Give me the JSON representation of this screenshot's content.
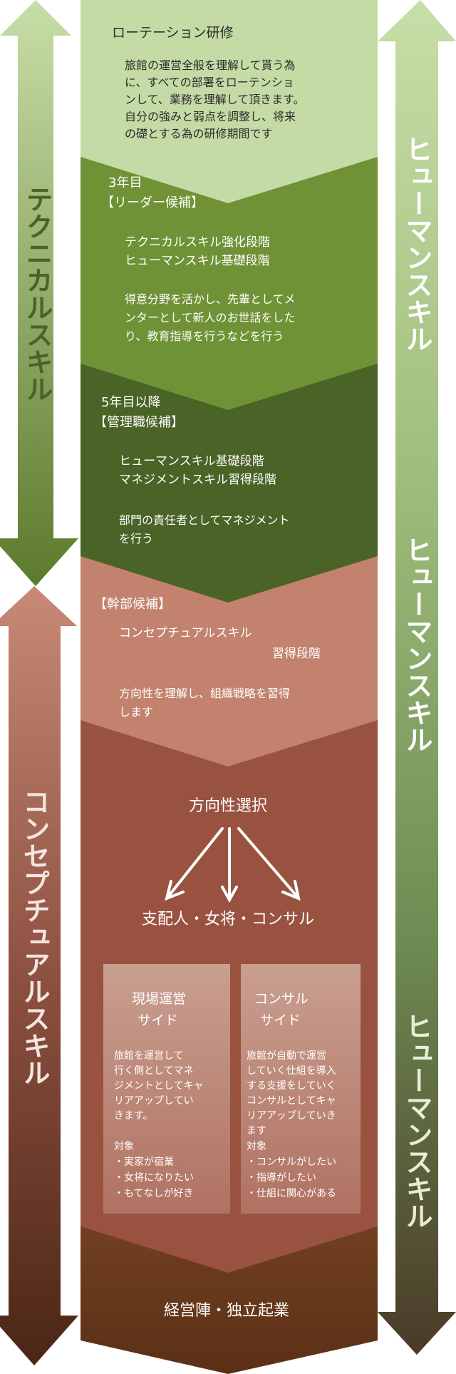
{
  "side_arrows": {
    "technical": "テクニカルスキル",
    "conceptual": "コンセプチュアルスキル",
    "human_1": "ヒューマンスキル",
    "human_2": "ヒューマンスキル",
    "human_3": "ヒューマンスキル"
  },
  "stages": {
    "rotation": {
      "title": "ローテーション研修",
      "desc": [
        "旅館の運営全般を理解して貰う為",
        "に、すべての部署をローテンショ",
        "ンして、業務を理解して頂きます。",
        "自分の強みと弱点を調整し、将来",
        "の礎とする為の研修期間です"
      ]
    },
    "year3": {
      "heading": [
        "3年目",
        "【リーダー候補】"
      ],
      "phases": [
        "テクニカルスキル強化段階",
        "ヒューマンスキル基礎段階"
      ],
      "desc": [
        "得意分野を活かし、先輩としてメ",
        "ンターとして新人のお世話をした",
        "り、教育指導を行うなどを行う"
      ]
    },
    "year5": {
      "heading": [
        "5年目以降",
        "【管理職候補】"
      ],
      "phases": [
        "ヒューマンスキル基礎段階",
        "マネジメントスキル習得段階"
      ],
      "desc": [
        "部門の責任者としてマネジメント",
        "を行う"
      ]
    },
    "executive": {
      "heading": "【幹部候補】",
      "phases": [
        "コンセプチュアルスキル",
        "習得段階"
      ],
      "desc": [
        "方向性を理解し、組織戦略を習得",
        "します"
      ]
    },
    "direction": {
      "title": "方向性選択",
      "options": "支配人・女将・コンサル"
    },
    "site_side": {
      "title": [
        "現場運営",
        "サイド"
      ],
      "desc": [
        "旅館を運営して",
        "行く側としてマネ",
        "ジメントとしてキャ",
        "リアアップしてい",
        "きます。"
      ],
      "target_label": "対象",
      "targets": [
        "・実家が宿業",
        "・女将になりたい",
        "・もてなしが好き"
      ]
    },
    "consult_side": {
      "title": [
        "コンサル",
        "サイド"
      ],
      "desc": [
        "旅館が自動で運営",
        "していく仕組を導入",
        "する支援をしていく",
        "コンサルとしてキャ",
        "リアアップしていき",
        "ます"
      ],
      "target_label": "対象",
      "targets": [
        "・コンサルがしたい",
        "・指導がしたい",
        "・仕組に関心がある"
      ]
    },
    "final": "経営陣・独立起業"
  },
  "colors": {
    "rotation": "#c5dba5",
    "year3": "#6f9236",
    "year5": "#4a6326",
    "executive": "#c2826e",
    "direction": "#9a5240",
    "final": "#6a3a1c",
    "light_text": "#ffffff",
    "dark_text": "#2b2b2b"
  }
}
